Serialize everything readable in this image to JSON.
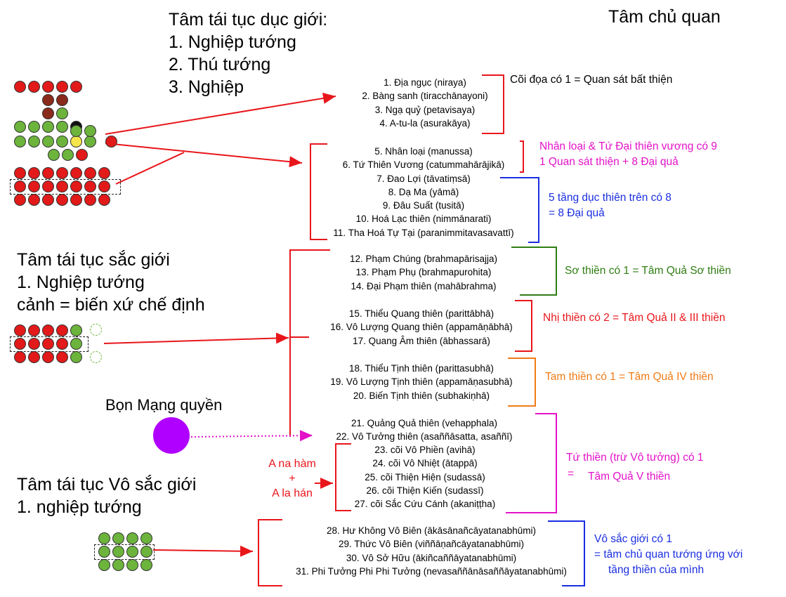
{
  "header": {
    "title": "Tâm chủ quan"
  },
  "kama": {
    "heading": [
      "Tâm tái tục dục giới:",
      "1. Nghiệp tướng",
      "2. Thú tướng",
      "3. Nghiệp"
    ],
    "lower": [
      "1. Địa ngục (niraya)",
      "2. Bàng sanh (tiracchānayoni)",
      "3. Ngạ quỷ (petavisaya)",
      "4. A-tu-la (asurakāya)"
    ],
    "human": [
      "5. Nhân loại (manussa)",
      "6. Tứ Thiên Vương (catummahārājikā)"
    ],
    "deva": [
      "7. Đao Lợi (tāvatiṃsā)",
      "8. Dạ Ma (yāmā)",
      "9. Đâu Suất (tusitā)",
      "10. Hoá Lạc thiên (nimmānarati)",
      "11. Tha Hoá Tự Tại (paranimmitavasavattī)"
    ],
    "note_lower": "Cõi đọa có 1 = Quan sát bất thiện",
    "note_human": [
      "Nhân loại & Tứ Đại thiên vương có 9",
      "1 Quan sát thiện + 8 Đại quả"
    ],
    "note_deva": [
      "5 tầng dục thiên trên có 8",
      "= 8 Đại quả"
    ]
  },
  "rupa": {
    "heading": [
      "Tâm tái tục sắc giới",
      "1. Nghiệp tướng",
      "cảnh = biến xứ chế định"
    ],
    "first": [
      "12. Phạm Chúng (brahmapārisajja)",
      "13. Phạm Phụ (brahmapurohita)",
      "14. Đại Phạm thiên (mahābrahma)"
    ],
    "second": [
      "15. Thiểu Quang thiên (parittābhā)",
      "16. Vô Lượng Quang thiên (appamāṇābhā)",
      "17. Quang Âm thiên (ābhassarā)"
    ],
    "third": [
      "18. Thiểu Tịnh thiên (parittasubhā)",
      "19. Vô Lượng Tịnh thiên (appamāṇasubhā)",
      "20. Biến Tịnh thiên (subhakiṇhā)"
    ],
    "fourth": [
      "21. Quảng Quả thiên (vehapphala)",
      "22. Vô Tưởng thiên (asaññāsatta, asaññī)"
    ],
    "pure": [
      "23. cõi Vô Phiền (avihā)",
      "24. cõi Vô Nhiệt (ātappā)",
      "25. cõi Thiện Hiện (sudassā)",
      "26. cõi Thiện Kiến (sudassī)",
      "27. cõi Sắc Cứu Cánh (akaniṭṭha)"
    ],
    "note_first": "Sơ thiền có 1 = Tâm Quả Sơ thiền",
    "note_second": "Nhị thiền có 2 = Tâm Quả II & III thiền",
    "note_third": "Tam thiền có 1 = Tâm Quả IV thiền",
    "note_fourth": [
      "Tứ thiền (trừ Vô tưởng) có 1",
      "=",
      "Tâm Quả V thiền"
    ],
    "asanna_label": "Bọn Mạng quyền",
    "anagami": [
      "A na hàm",
      "+",
      "A la hán"
    ]
  },
  "arupa": {
    "heading": [
      "Tâm tái tục Vô sắc giới",
      "1. nghiệp tướng"
    ],
    "list": [
      "28. Hư Không Vô Biên (ākāsānañcāyatanabhūmi)",
      "29. Thức Vô Biên (viññāṇañcāyatanabhūmi)",
      "30. Vô Sở Hữu (ākiñcaññāyatanabhūmi)",
      "31. Phi Tưởng Phi Phi Tưởng (nevasaññānāsaññāyatanabhūmi)"
    ],
    "note": [
      "Vô sắc giới có 1",
      "= tâm chủ quan tướng ứng với",
      "tầng thiền của mình"
    ]
  },
  "colors": {
    "red": "#e8161b",
    "magenta": "#e312c8",
    "blue": "#1a2ee0",
    "green": "#2f7d13",
    "orange": "#f07b16",
    "purple": "#b000ff"
  }
}
